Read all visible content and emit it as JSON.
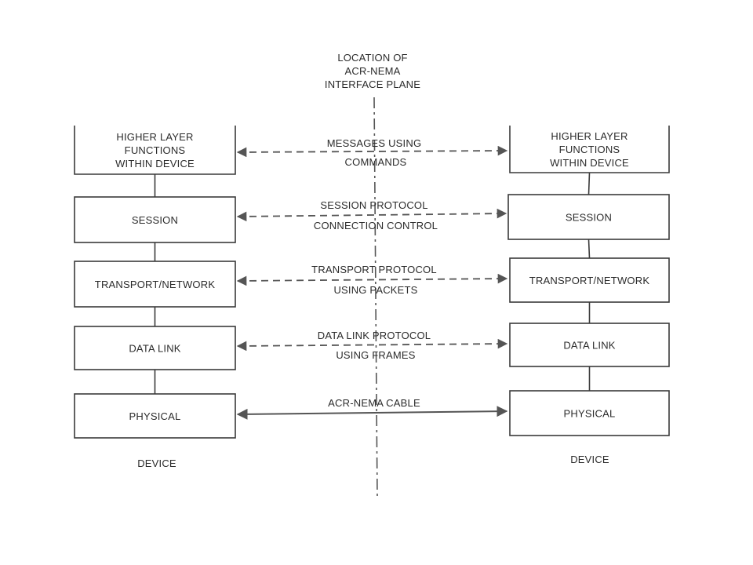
{
  "plane_label": [
    "LOCATION OF",
    "ACR-NEMA",
    "INTERFACE PLANE"
  ],
  "left_device": {
    "layers": [
      [
        "HIGHER LAYER",
        "FUNCTIONS",
        "WITHIN DEVICE"
      ],
      [
        "SESSION"
      ],
      [
        "TRANSPORT/NETWORK"
      ],
      [
        "DATA LINK"
      ],
      [
        "PHYSICAL"
      ]
    ],
    "caption": "DEVICE"
  },
  "right_device": {
    "layers": [
      [
        "HIGHER LAYER",
        "FUNCTIONS",
        "WITHIN DEVICE"
      ],
      [
        "SESSION"
      ],
      [
        "TRANSPORT/NETWORK"
      ],
      [
        "DATA LINK"
      ],
      [
        "PHYSICAL"
      ]
    ],
    "caption": "DEVICE"
  },
  "links": [
    {
      "style": "dashed",
      "label_above": "MESSAGES USING",
      "label_below": "COMMANDS"
    },
    {
      "style": "dashed",
      "label_above": "SESSION PROTOCOL",
      "label_below": "CONNECTION CONTROL"
    },
    {
      "style": "dashed",
      "label_above": "TRANSPORT PROTOCOL",
      "label_below": "USING PACKETS"
    },
    {
      "style": "dashed",
      "label_above": "DATA LINK PROTOCOL",
      "label_below": "USING FRAMES"
    },
    {
      "style": "solid",
      "label_above": "ACR-NEMA CABLE",
      "label_below": ""
    }
  ]
}
